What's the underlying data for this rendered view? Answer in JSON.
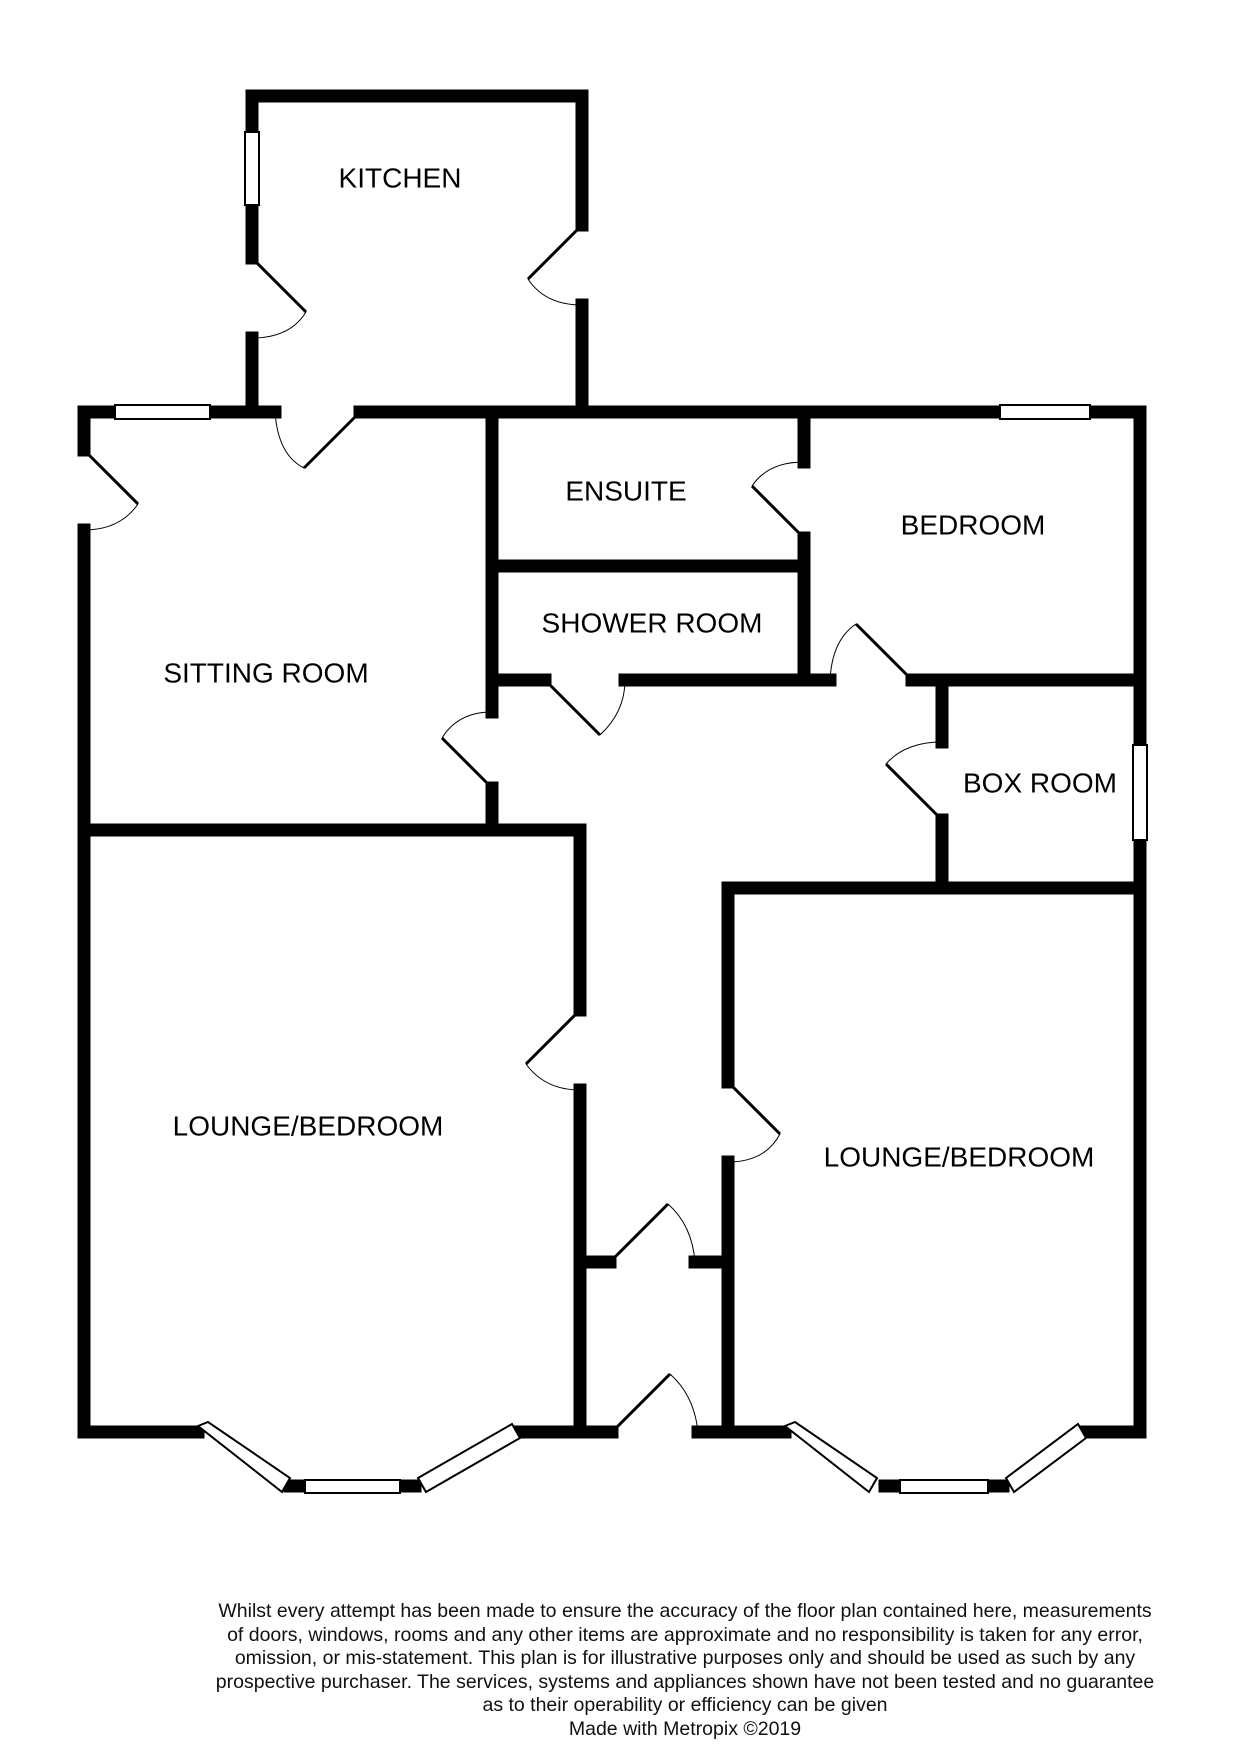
{
  "rooms": {
    "kitchen": "KITCHEN",
    "ensuite": "ENSUITE",
    "bedroom": "BEDROOM",
    "shower_room": "SHOWER ROOM",
    "sitting_room": "SITTING ROOM",
    "box_room": "BOX ROOM",
    "lounge_bedroom_left": "LOUNGE/BEDROOM",
    "lounge_bedroom_right": "LOUNGE/BEDROOM"
  },
  "disclaimer": {
    "lines": [
      "Whilst every attempt has been made to ensure the accuracy of the floor plan contained here, measurements",
      "of doors, windows, rooms and any other items are approximate and no responsibility is taken for any error,",
      "omission, or mis-statement. This plan is for illustrative purposes only and should be used as such by any",
      "prospective purchaser. The services, systems and appliances shown have not been tested and no guarantee",
      "as to their operability or efficiency can be given"
    ],
    "credit": "Made with Metropix ©2019"
  },
  "colors": {
    "wall": "#000000",
    "background": "#ffffff"
  }
}
